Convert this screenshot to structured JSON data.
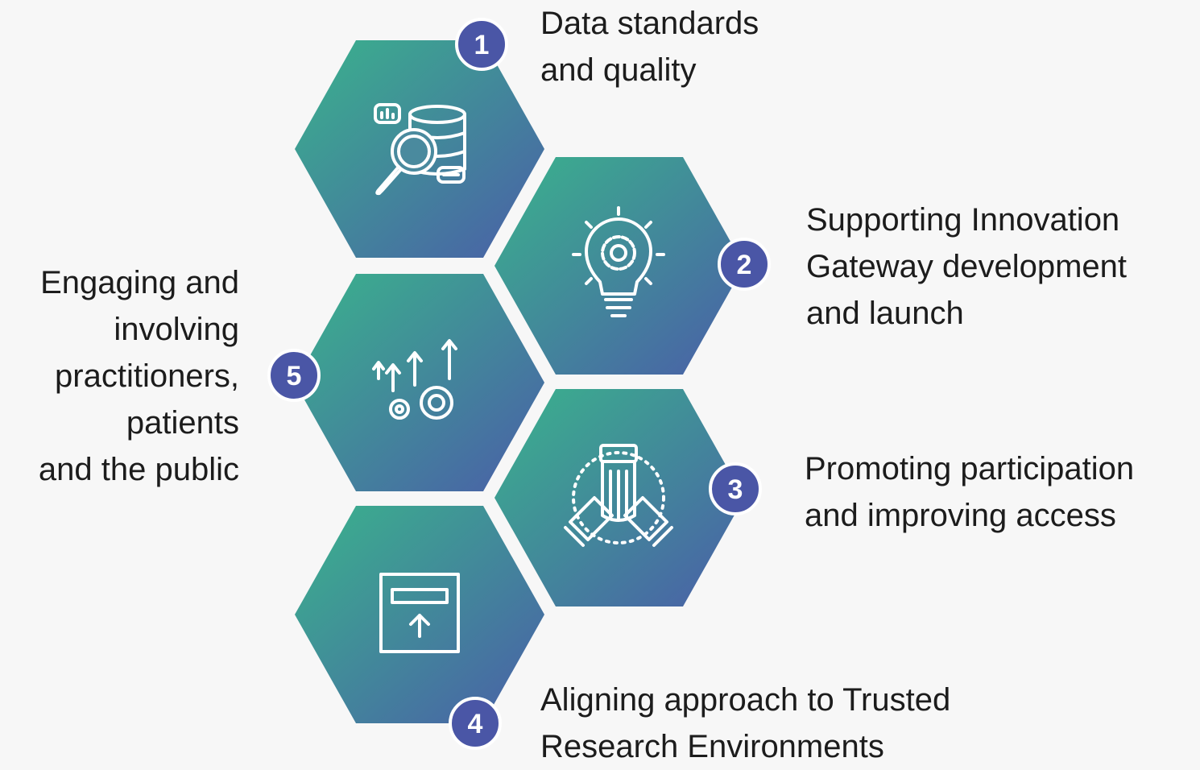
{
  "colors": {
    "hex_top": "#3ab38c",
    "hex_bottom": "#4a5ea8",
    "badge_fill": "#4a56a6",
    "badge_ring": "#ffffff",
    "background": "#f7f7f7",
    "text": "#1c1c1c"
  },
  "items": [
    {
      "number": "1",
      "label": "Data standards\nand quality",
      "icon": "database-search-icon"
    },
    {
      "number": "2",
      "label": "Supporting Innovation\nGateway development\nand launch",
      "icon": "lightbulb-gear-icon"
    },
    {
      "number": "3",
      "label": "Promoting participation\nand improving access",
      "icon": "hands-together-icon"
    },
    {
      "number": "4",
      "label": "Aligning approach to Trusted\nResearch Environments",
      "icon": "upload-box-icon"
    },
    {
      "number": "5",
      "label": "Engaging and\ninvolving\npractitioners,\npatients\nand the public",
      "icon": "gears-arrows-up-icon"
    }
  ]
}
